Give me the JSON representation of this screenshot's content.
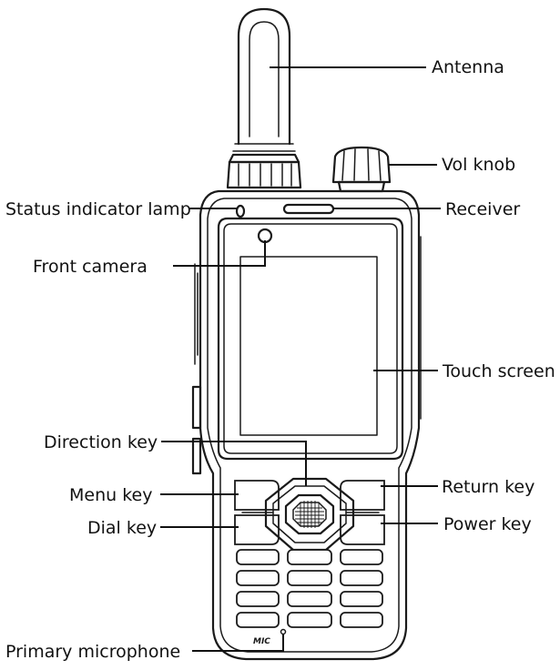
{
  "callouts": {
    "antenna": "Antenna",
    "vol_knob": "Vol knob",
    "status_indicator_lamp": "Status indicator lamp",
    "receiver": "Receiver",
    "front_camera": "Front camera",
    "touch_screen": "Touch screen",
    "direction_key": "Direction key",
    "menu_key": "Menu key",
    "return_key": "Return key",
    "dial_key": "Dial key",
    "power_key": "Power key",
    "primary_microphone": "Primary microphone"
  },
  "mic_marking": "MIC",
  "colors": {
    "line": "#1a1a1a",
    "background": "#ffffff"
  }
}
